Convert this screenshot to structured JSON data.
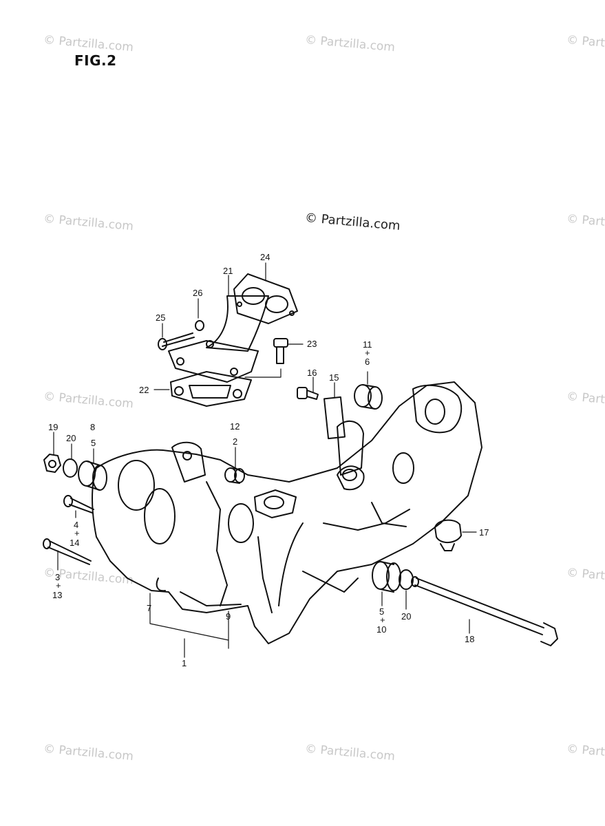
{
  "figure": {
    "title": "FIG.2"
  },
  "watermark": {
    "text": "© Partzilla.com",
    "center_text": "© Partzilla.com"
  },
  "callouts": {
    "c24": "24",
    "c21": "21",
    "c26": "26",
    "c25": "25",
    "c23": "23",
    "c22": "22",
    "c16": "16",
    "c15": "15",
    "c11": "11",
    "c11_plus": "+",
    "c11_6": "6",
    "c19": "19",
    "c20a": "20",
    "c8": "8",
    "c8_5": "5",
    "c12": "12",
    "c12_2": "2",
    "c4": "4",
    "c4_plus": "+",
    "c14": "14",
    "c3": "3",
    "c3_plus": "+",
    "c13": "13",
    "c17": "17",
    "c7": "7",
    "c9": "9",
    "c1": "1",
    "c5": "5",
    "c5_plus": "+",
    "c10": "10",
    "c20b": "20",
    "c18": "18"
  }
}
